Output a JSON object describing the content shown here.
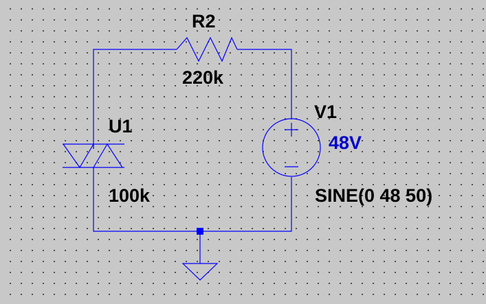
{
  "colors": {
    "wire": "#0000ff",
    "value_text": "#0000cc",
    "label_text": "#000000",
    "background": "#c8c8c8",
    "grid_dot": "#3a3a3a"
  },
  "components": {
    "R2": {
      "name": "R2",
      "value": "220k"
    },
    "U1": {
      "name": "U1",
      "value": "100k"
    },
    "V1": {
      "name": "V1",
      "value": "48V",
      "spec": "SINE(0 48 50)"
    }
  },
  "icons": {
    "ground": "ground-icon",
    "junction": "junction-dot",
    "source": "voltage-source-icon",
    "diac": "diac-icon",
    "resistor": "resistor-icon"
  }
}
